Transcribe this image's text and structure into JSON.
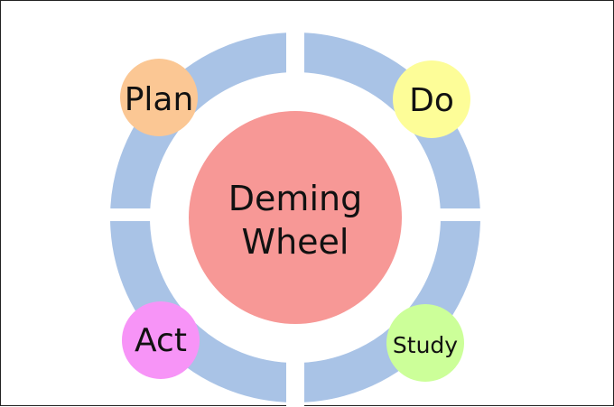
{
  "diagram": {
    "center": {
      "lines": [
        "Deming",
        "Wheel"
      ],
      "color": "#f79896"
    },
    "ring_color": "#a9c3e6",
    "steps": [
      {
        "label": "Plan",
        "color": "#fbc794"
      },
      {
        "label": "Do",
        "color": "#fdfd98"
      },
      {
        "label": "Study",
        "color": "#ccff99"
      },
      {
        "label": "Act",
        "color": "#f794f7"
      }
    ]
  }
}
